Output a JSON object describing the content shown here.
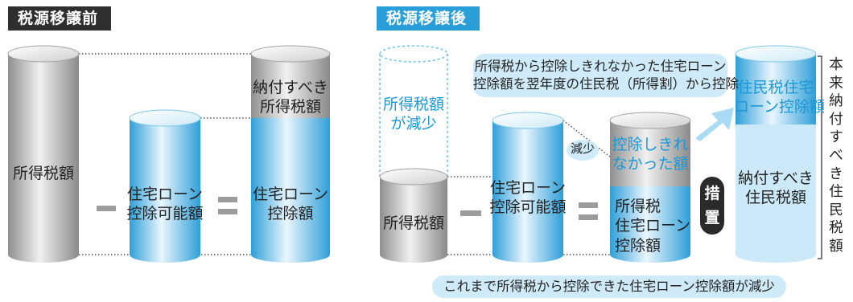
{
  "panels": {
    "before": {
      "title": "税源移譲前",
      "title_color": "#2f2f2f",
      "income_tax": "所得税額",
      "credit_available": [
        "住宅ローン",
        "控除可能額"
      ],
      "tax_due": [
        "納付すべき",
        "所得税額"
      ],
      "credit": [
        "住宅ローン",
        "控除額"
      ],
      "minus": "−",
      "equals": "＝"
    },
    "after": {
      "title": "税源移譲後",
      "title_color": "#2a9ed8",
      "reduced_tax": [
        "所得税額",
        "が減少"
      ],
      "income_tax": "所得税額",
      "credit_available": [
        "住宅ローン",
        "控除可能額"
      ],
      "reduce_tag": "減少",
      "uncredited": [
        "控除しきれ",
        "なかった額"
      ],
      "credit_detail": [
        "所得税",
        "住宅ローン",
        "控除額"
      ],
      "measure": [
        "措",
        "置"
      ],
      "resident_credit": [
        "住民税住宅",
        "ローン控除額"
      ],
      "resident_due": [
        "納付すべき",
        "住民税額"
      ],
      "bracket_label": [
        "本",
        "来",
        "納",
        "付",
        "す",
        "べ",
        "き",
        "住",
        "民",
        "税",
        "額"
      ],
      "note_top": [
        "所得税から控除しきれなかった住宅ローン",
        "控除額を翌年度の住民税（所得割）から控除"
      ],
      "note_bottom": "これまで所得税から控除できた住宅ローン控除額が減少",
      "minus": "−",
      "equals": "＝"
    }
  },
  "colors": {
    "gray": "#9c9c9c",
    "blue": "#3aaee2",
    "blue_text": "#1b98d6",
    "bubble": "#cfeaf8",
    "arrow": "#a9dcf4",
    "dark": "#2a2a2a"
  }
}
